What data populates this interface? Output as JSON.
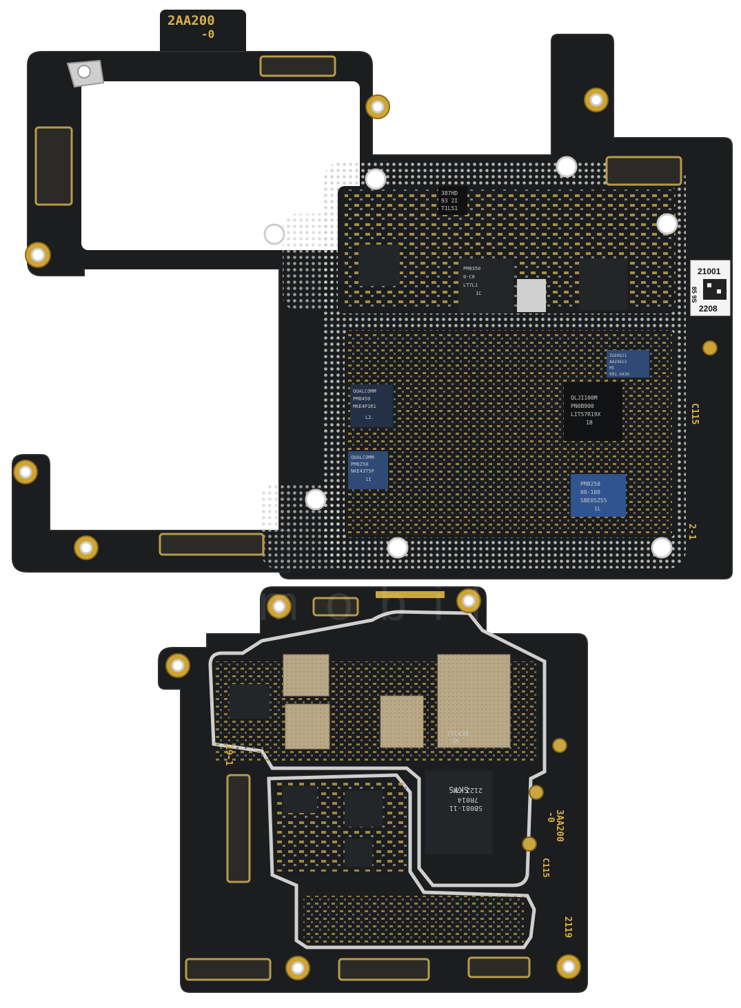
{
  "image": {
    "subject": "PCB motherboard",
    "colors": {
      "background": "#ffffff",
      "board": "#1b1d1e",
      "board_edge": "#2a2c2e",
      "pad_gold": "#c9a640",
      "via_silver": "#cfcfcf",
      "chip_dark": "#232628",
      "chip_grey": "#9a9a9a",
      "shield_tan": "#bfae8e",
      "silk": "#d9b24a"
    }
  },
  "upper_board": {
    "silk_labels": {
      "tab_code": "2AA200",
      "tab_rev": "-0",
      "right_c115": "C115",
      "right_21": "2-1"
    },
    "sticker": {
      "line1": "21001",
      "line2": "85 9S",
      "line3": "2208"
    },
    "chips": {
      "chip_top": [
        "387HD",
        "93 2I",
        "T1L51"
      ],
      "chip_left": [
        "QUALCOMM",
        "PM8450",
        "MKE4P1R1",
        "L2."
      ],
      "chip_left2": [
        "QUALCOMM",
        "PM8250",
        "NKE43T5P",
        "1I"
      ],
      "chip_center": [
        "QLJI100M",
        "PN0B900",
        "LIT57R19X",
        "1B"
      ],
      "chip_bottom": [
        "PM8250",
        "00-100",
        "SBE0SZ5S",
        "1L"
      ],
      "chip_small_top": [
        "PM8350",
        "0-C0",
        "LT7L1",
        "1C"
      ],
      "chip_small_right": [
        "ZGE08J1",
        "AAZ4613",
        "MS",
        "001.G430"
      ]
    }
  },
  "lower_board": {
    "silk_labels": {
      "left_19": "19-1",
      "right_code": "3AA200",
      "right_rev": "-0",
      "right_c115": "C115",
      "right_2119": "2119"
    },
    "chips": {
      "chip_skys": [
        "SKYS",
        "SB081-11",
        "7R014",
        "2122 GN"
      ],
      "chip_shield": [
        "77C43E",
        "2K"
      ]
    }
  },
  "watermark": {
    "text": "ictomobile"
  }
}
